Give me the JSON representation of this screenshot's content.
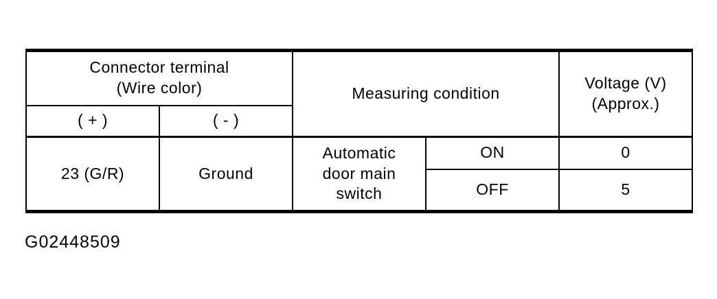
{
  "page": {
    "background": "#ffffff",
    "text_color": "#000000"
  },
  "table": {
    "header": {
      "connector_terminal": "Connector terminal\n(Wire color)",
      "plus": "( + )",
      "minus": "( - )",
      "measuring_condition": "Measuring condition",
      "voltage": "Voltage (V)\n(Approx.)"
    },
    "row": {
      "terminal_plus": "23 (G/R)",
      "terminal_minus": "Ground",
      "condition_name": "Automatic\ndoor main\nswitch",
      "states": [
        {
          "state": "ON",
          "voltage": "0"
        },
        {
          "state": "OFF",
          "voltage": "5"
        }
      ]
    }
  },
  "caption": "G02448509"
}
